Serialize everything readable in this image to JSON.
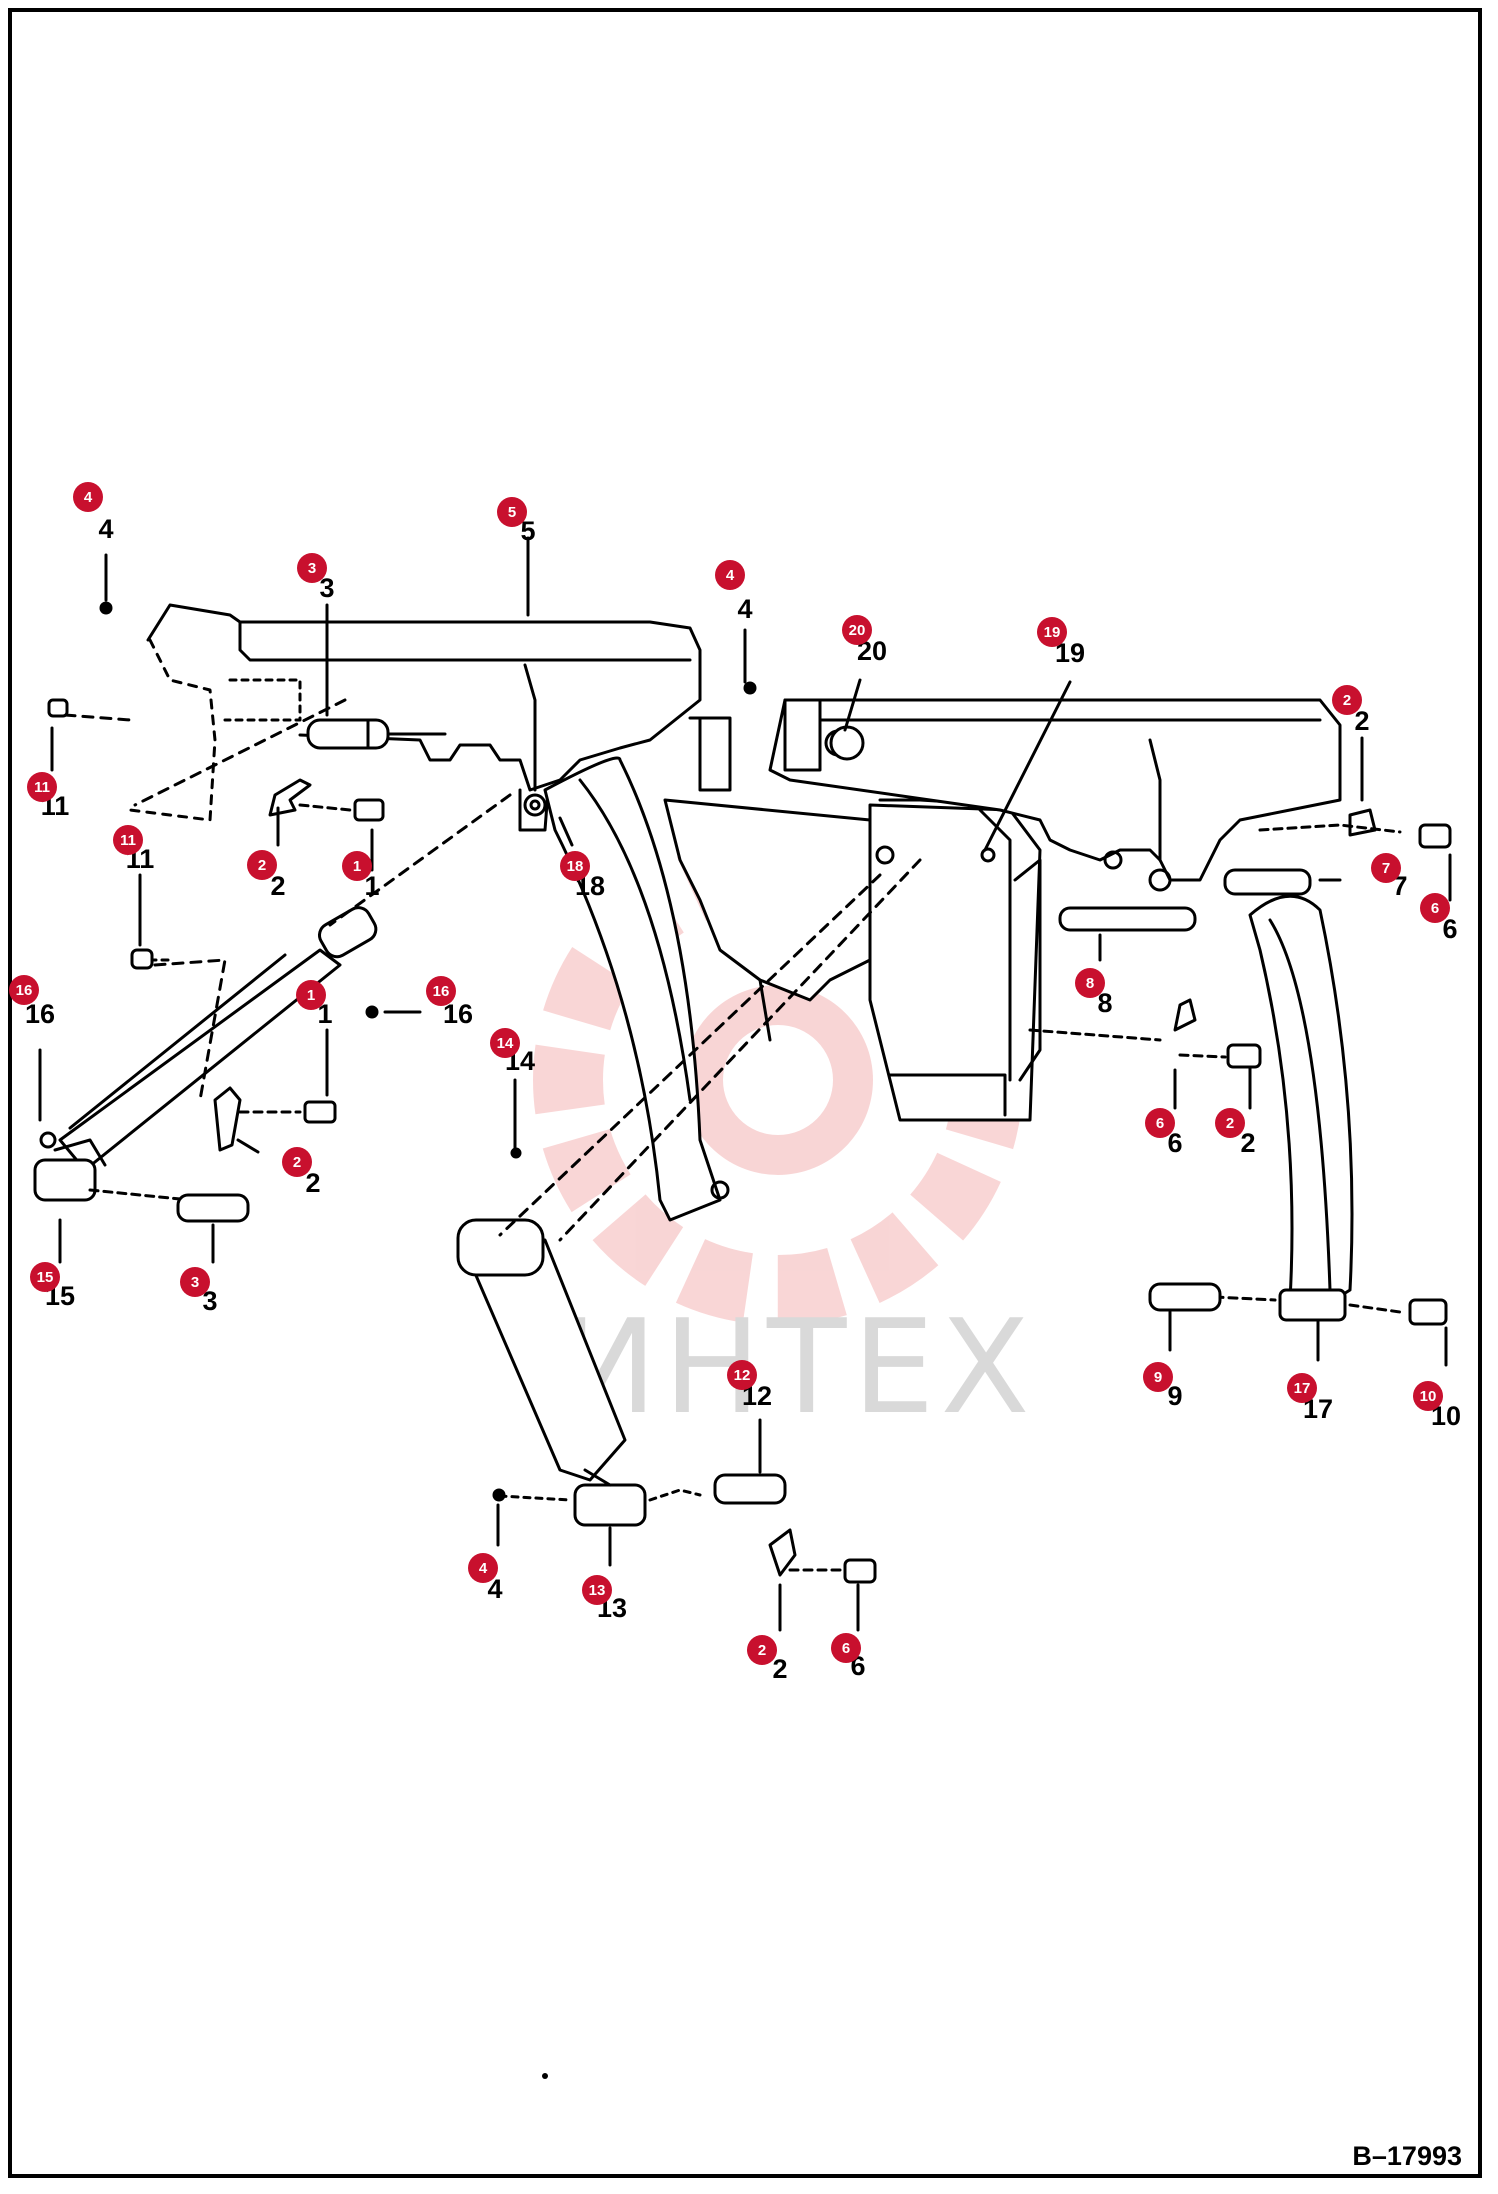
{
  "drawing_ref": "B–17993",
  "watermark_text": "ИНТЕХ",
  "colors": {
    "callout_red": "#c8102e",
    "line": "#000000",
    "watermark": "#f4b4b4"
  },
  "callouts": [
    {
      "id": "c1",
      "num": "4"
    },
    {
      "id": "c2",
      "num": "5"
    },
    {
      "id": "c3",
      "num": "3"
    },
    {
      "id": "c4",
      "num": "4"
    },
    {
      "id": "c5",
      "num": "20"
    },
    {
      "id": "c6",
      "num": "19"
    },
    {
      "id": "c7",
      "num": "2"
    },
    {
      "id": "c8",
      "num": "11"
    },
    {
      "id": "c9",
      "num": "11"
    },
    {
      "id": "c10",
      "num": "2"
    },
    {
      "id": "c11",
      "num": "1"
    },
    {
      "id": "c12",
      "num": "18"
    },
    {
      "id": "c13",
      "num": "7"
    },
    {
      "id": "c14",
      "num": "6"
    },
    {
      "id": "c15",
      "num": "16"
    },
    {
      "id": "c16",
      "num": "1"
    },
    {
      "id": "c17",
      "num": "16"
    },
    {
      "id": "c18",
      "num": "8"
    },
    {
      "id": "c19",
      "num": "14"
    },
    {
      "id": "c20",
      "num": "2"
    },
    {
      "id": "c21",
      "num": "6"
    },
    {
      "id": "c22",
      "num": "2"
    },
    {
      "id": "c23",
      "num": "15"
    },
    {
      "id": "c24",
      "num": "3"
    },
    {
      "id": "c25",
      "num": "9"
    },
    {
      "id": "c26",
      "num": "17"
    },
    {
      "id": "c27",
      "num": "10"
    },
    {
      "id": "c28",
      "num": "12"
    },
    {
      "id": "c29",
      "num": "4"
    },
    {
      "id": "c30",
      "num": "13"
    },
    {
      "id": "c31",
      "num": "2"
    },
    {
      "id": "c32",
      "num": "6"
    }
  ]
}
